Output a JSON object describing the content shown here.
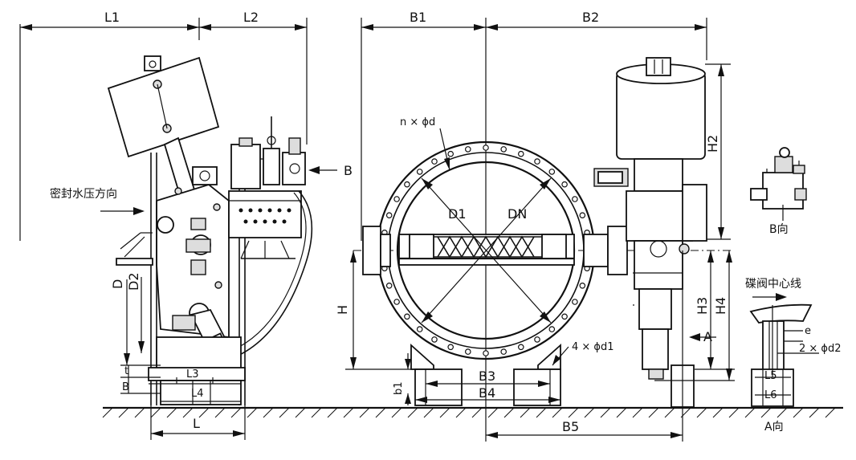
{
  "labels": {
    "L1": "L1",
    "L2": "L2",
    "B1": "B1",
    "B2": "B2",
    "B": "B",
    "H": "H",
    "H2": "H2",
    "H3": "H3",
    "H4": "H4",
    "D": "D",
    "D2": "D2",
    "D1": "D1",
    "DN": "DN",
    "bolt_holes": "n × ϕd",
    "base_holes": "4 × ϕd1",
    "side_holes": "2 × ϕd2",
    "t": "t",
    "B_small": "B",
    "L3": "L3",
    "L4": "L4",
    "L": "L",
    "b1": "b1",
    "B3": "B3",
    "B4": "B4",
    "B5": "B5",
    "A": "A",
    "e": "e",
    "L5": "L5",
    "L6": "L6"
  },
  "annotations": {
    "seal_pressure": "密封水压方向",
    "view_b": "B向",
    "center_line": "碟阀中心线",
    "view_a": "A向"
  }
}
